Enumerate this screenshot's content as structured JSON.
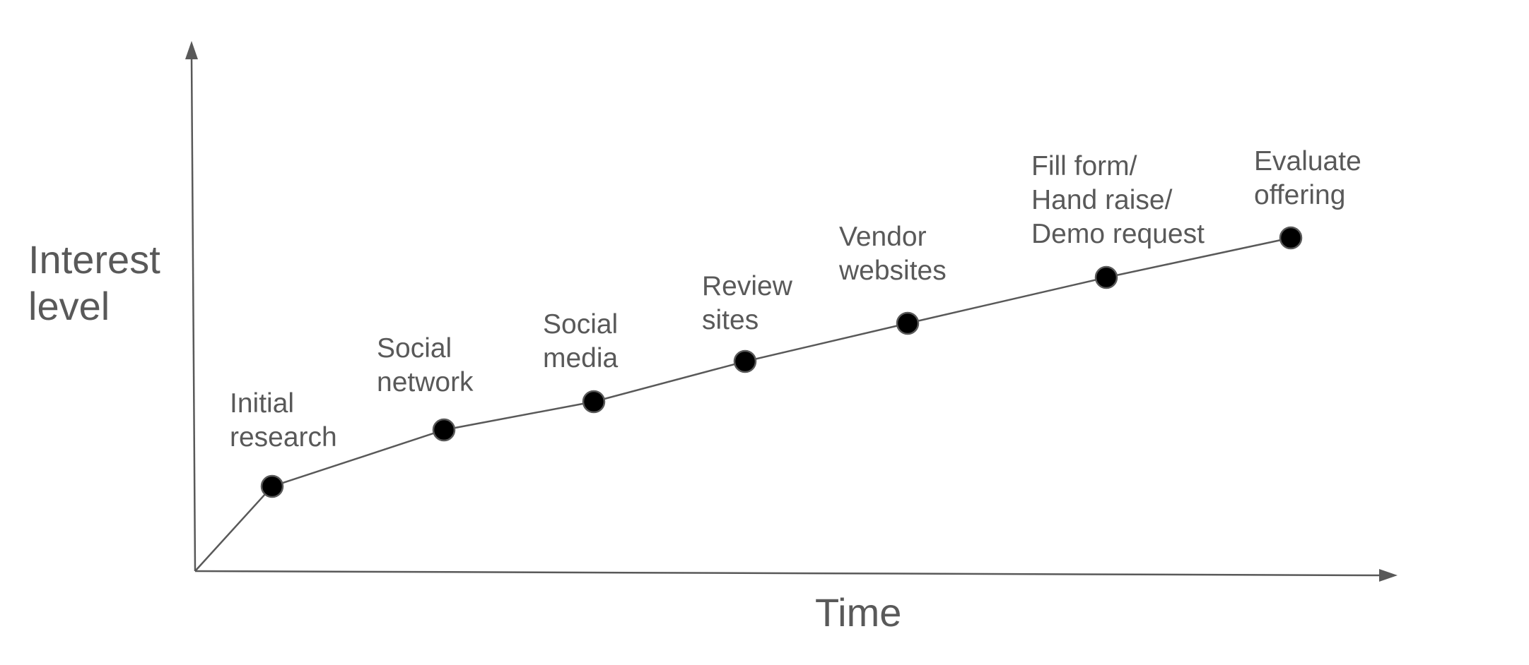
{
  "diagram": {
    "y_axis_title_lines": [
      "Interest",
      "level"
    ],
    "x_axis_title": "Time",
    "colors": {
      "axis": "#595959",
      "text": "#595959",
      "dot_fill": "#000000",
      "background": "#ffffff"
    },
    "stages": [
      {
        "label_lines": [
          "Initial",
          "research"
        ]
      },
      {
        "label_lines": [
          "Social",
          "network"
        ]
      },
      {
        "label_lines": [
          "Social",
          "media"
        ]
      },
      {
        "label_lines": [
          "Review",
          "sites"
        ]
      },
      {
        "label_lines": [
          "Vendor",
          "websites"
        ]
      },
      {
        "label_lines": [
          "Fill form/",
          "Hand raise/",
          "Demo request"
        ]
      },
      {
        "label_lines": [
          "Evaluate",
          "offering"
        ]
      }
    ]
  }
}
